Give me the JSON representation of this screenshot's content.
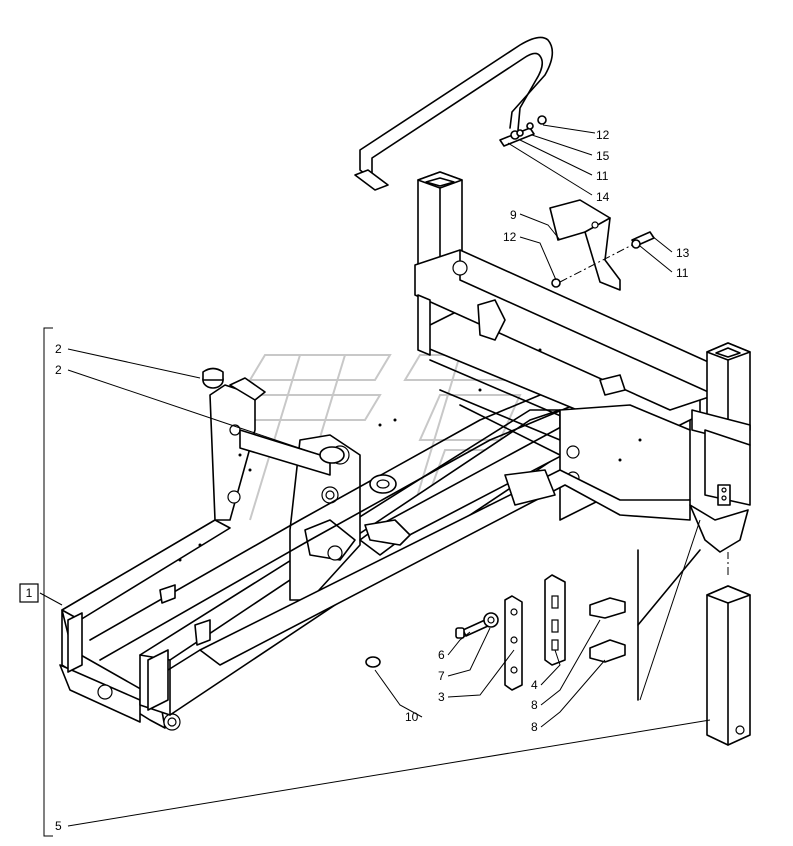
{
  "diagram": {
    "frame_label": "1",
    "callouts": [
      {
        "id": "c12a",
        "text": "12"
      },
      {
        "id": "c15",
        "text": "15"
      },
      {
        "id": "c11a",
        "text": "11"
      },
      {
        "id": "c14",
        "text": "14"
      },
      {
        "id": "c9",
        "text": "9"
      },
      {
        "id": "c12b",
        "text": "12"
      },
      {
        "id": "c13",
        "text": "13"
      },
      {
        "id": "c11b",
        "text": "11"
      },
      {
        "id": "c2a",
        "text": "2"
      },
      {
        "id": "c2b",
        "text": "2"
      },
      {
        "id": "c6",
        "text": "6"
      },
      {
        "id": "c7",
        "text": "7"
      },
      {
        "id": "c3",
        "text": "3"
      },
      {
        "id": "c10",
        "text": "10"
      },
      {
        "id": "c4",
        "text": "4"
      },
      {
        "id": "c8a",
        "text": "8"
      },
      {
        "id": "c8b",
        "text": "8"
      },
      {
        "id": "c5",
        "text": "5"
      }
    ]
  }
}
